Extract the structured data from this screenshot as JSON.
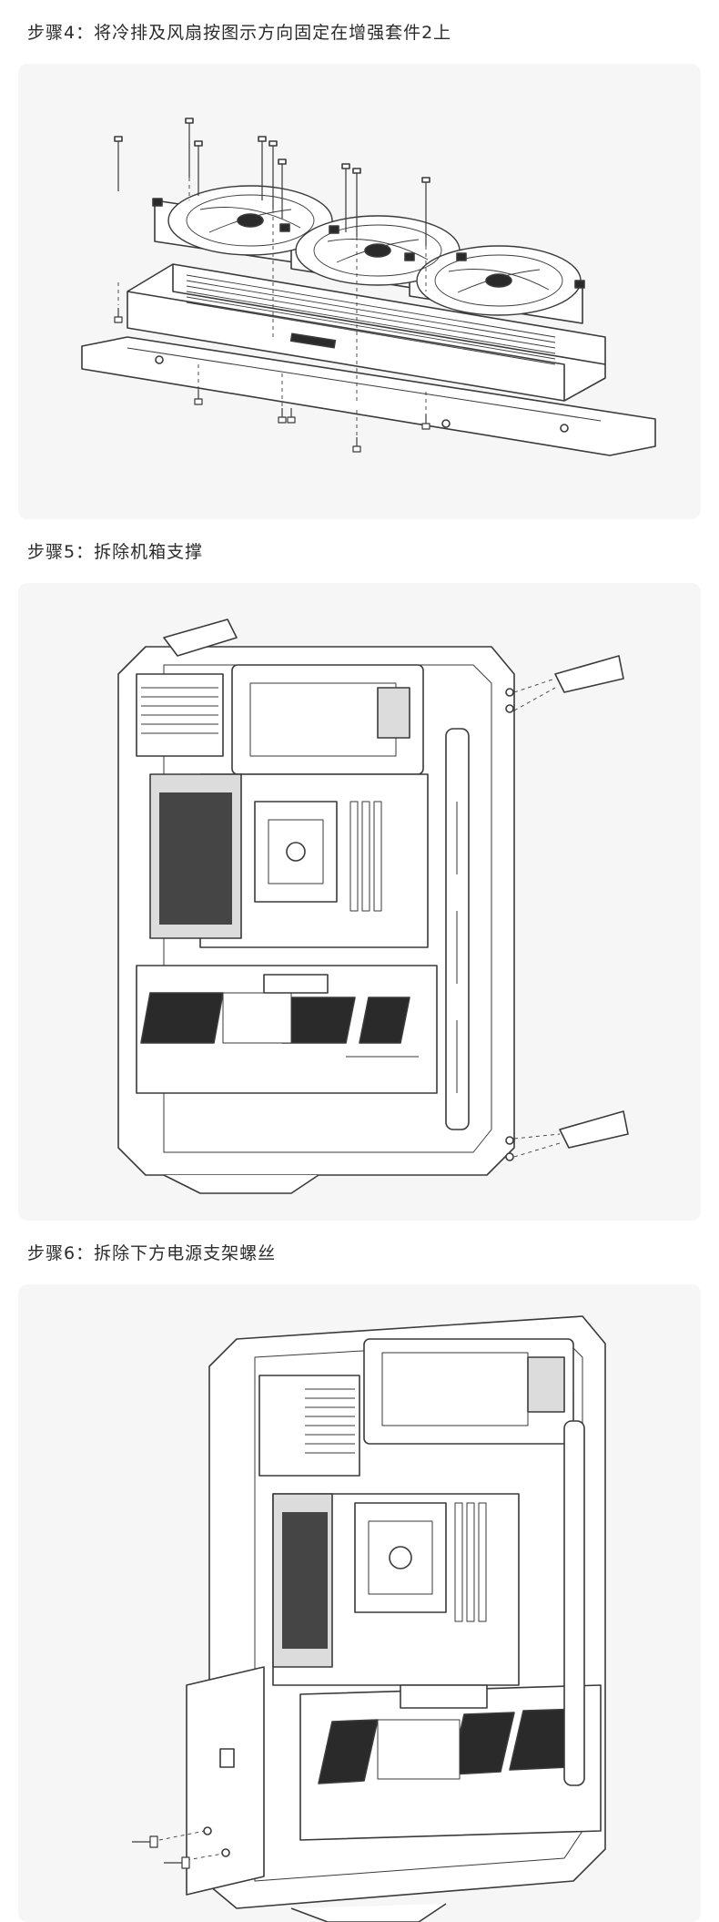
{
  "steps": [
    {
      "title": "步骤4：将冷排及风扇按图示方向固定在增强套件2上",
      "illustration": "radiator-fan-assembly"
    },
    {
      "title": "步骤5：拆除机箱支撑",
      "illustration": "remove-case-supports"
    },
    {
      "title": "步骤6：拆除下方电源支架螺丝",
      "illustration": "remove-psu-bracket-screws"
    }
  ],
  "colors": {
    "panel_bg": "#f6f6f6",
    "line": "#3a3a3a",
    "fill_light": "#ffffff",
    "fill_mid": "#dcdcdc",
    "fill_dark": "#2a2a2a"
  }
}
